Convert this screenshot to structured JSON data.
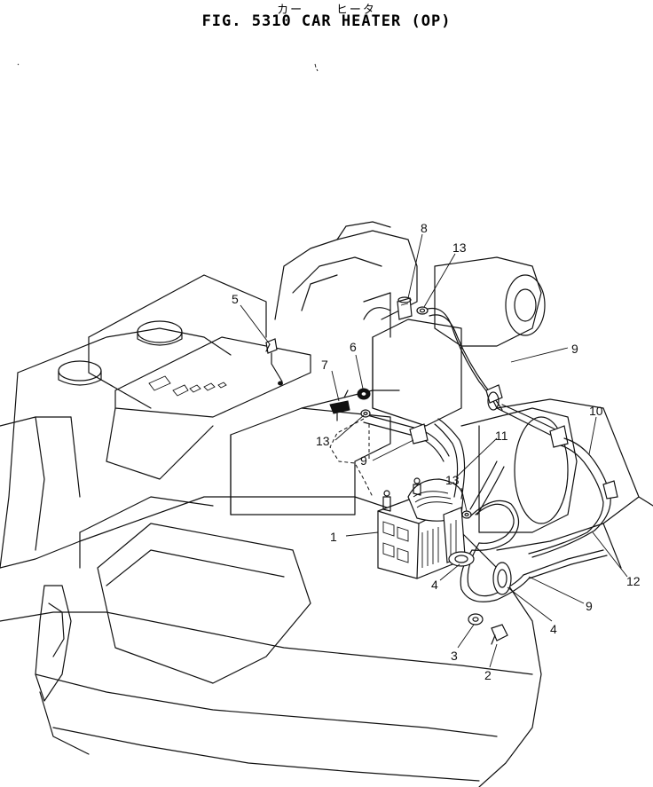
{
  "figure": {
    "kana_caption": [
      "カー",
      "ヒータ"
    ],
    "title": "FIG. 5310  CAR HEATER (OP)"
  },
  "callouts": [
    {
      "id": "c1",
      "label": "1"
    },
    {
      "id": "c2",
      "label": "2"
    },
    {
      "id": "c3",
      "label": "3"
    },
    {
      "id": "c4a",
      "label": "4"
    },
    {
      "id": "c4b",
      "label": "4"
    },
    {
      "id": "c5",
      "label": "5"
    },
    {
      "id": "c6",
      "label": "6"
    },
    {
      "id": "c7",
      "label": "7"
    },
    {
      "id": "c8",
      "label": "8"
    },
    {
      "id": "c9a",
      "label": "9"
    },
    {
      "id": "c9b",
      "label": "9"
    },
    {
      "id": "c9c",
      "label": "9"
    },
    {
      "id": "c10",
      "label": "10"
    },
    {
      "id": "c11",
      "label": "11"
    },
    {
      "id": "c12",
      "label": "12"
    },
    {
      "id": "c13a",
      "label": "13"
    },
    {
      "id": "c13b",
      "label": "13"
    },
    {
      "id": "c13c",
      "label": "13"
    }
  ]
}
